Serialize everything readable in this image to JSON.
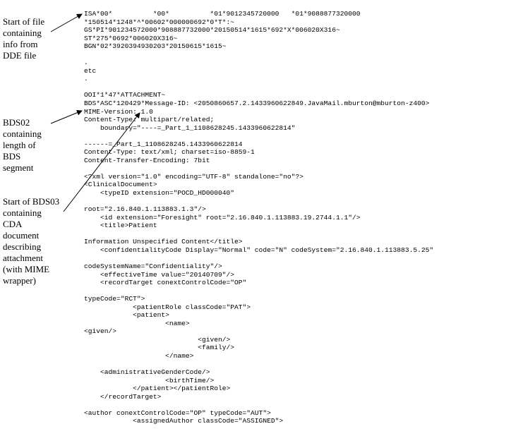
{
  "labels": {
    "file_start": "Start of file\ncontaining\ninfo from\nDDE file",
    "bds02": "BDS02\ncontaining\nlength of\nBDS\nsegment",
    "bds03": "Start of BDS03\ncontaining\nCDA\ndocument\ndescribing\nattachment\n(with MIME\nwrapper)"
  },
  "code_lines": [
    "ISA*00*          *00*          *01*9012345720000   *01*9088877320000",
    "*150514*1248*^*00602*000000692*0*T*:~",
    "GS*PI*901234572000*908887732000*20150514*1615*692*X*006020X316~",
    "ST*275*0692*006020X316~",
    "BGN*02*3920394930203*20150615*1615~",
    "",
    ".",
    "etc",
    ".",
    "",
    "OOI*1*47*ATTACHMENT~",
    "BDS*ASC*120429*Message-ID: <2050860657.2.1433960622849.JavaMail.mburton@mburton-z400>",
    "MIME-Version: 1.0",
    "Content-Type: multipart/related;",
    "    boundary=\"----=_Part_1_1108628245.1433960622814\"",
    "",
    "------=_Part_1_1108628245.1433960622814",
    "Content-Type: text/xml; charset=iso-8859-1",
    "Content-Transfer-Encoding: 7bit",
    "",
    "<?xml version=\"1.0\" encoding=\"UTF-8\" standalone=\"no\"?>",
    "<ClinicalDocument>",
    "    <typeID extension=\"POCD_HD000040\"",
    "",
    "root=\"2.16.840.1.113883.1.3\"/>",
    "    <id extension=\"Foresight\" root=\"2.16.840.1.113883.19.2744.1.1\"/>",
    "    <title>Patient",
    "",
    "Information Unspecified Content</title>",
    "    <confidentialityCode Display=\"Normal\" code=\"N\" codeSystem=\"2.16.840.1.113883.5.25\"",
    "",
    "codeSystemName=\"Confidentiality\"/>",
    "    <effectiveTime value=\"20140709\"/>",
    "    <recordTarget conextControlCode=\"OP\"",
    "",
    "typeCode=\"RCT\">",
    "            <patientRole classCode=\"PAT\">",
    "            <patient>",
    "                    <name>",
    "<given/>",
    "                            <given/>",
    "                            <family/>",
    "                    </name>",
    "",
    "    <administrativeGenderCode/>",
    "                    <birthTime/>",
    "            </patient></patientRole>",
    "    </recordTarget>",
    "",
    "<author conextControlCode=\"OP\" typeCode=\"AUT\">",
    "            <assignedAuthor classCode=\"ASSIGNED\">"
  ]
}
